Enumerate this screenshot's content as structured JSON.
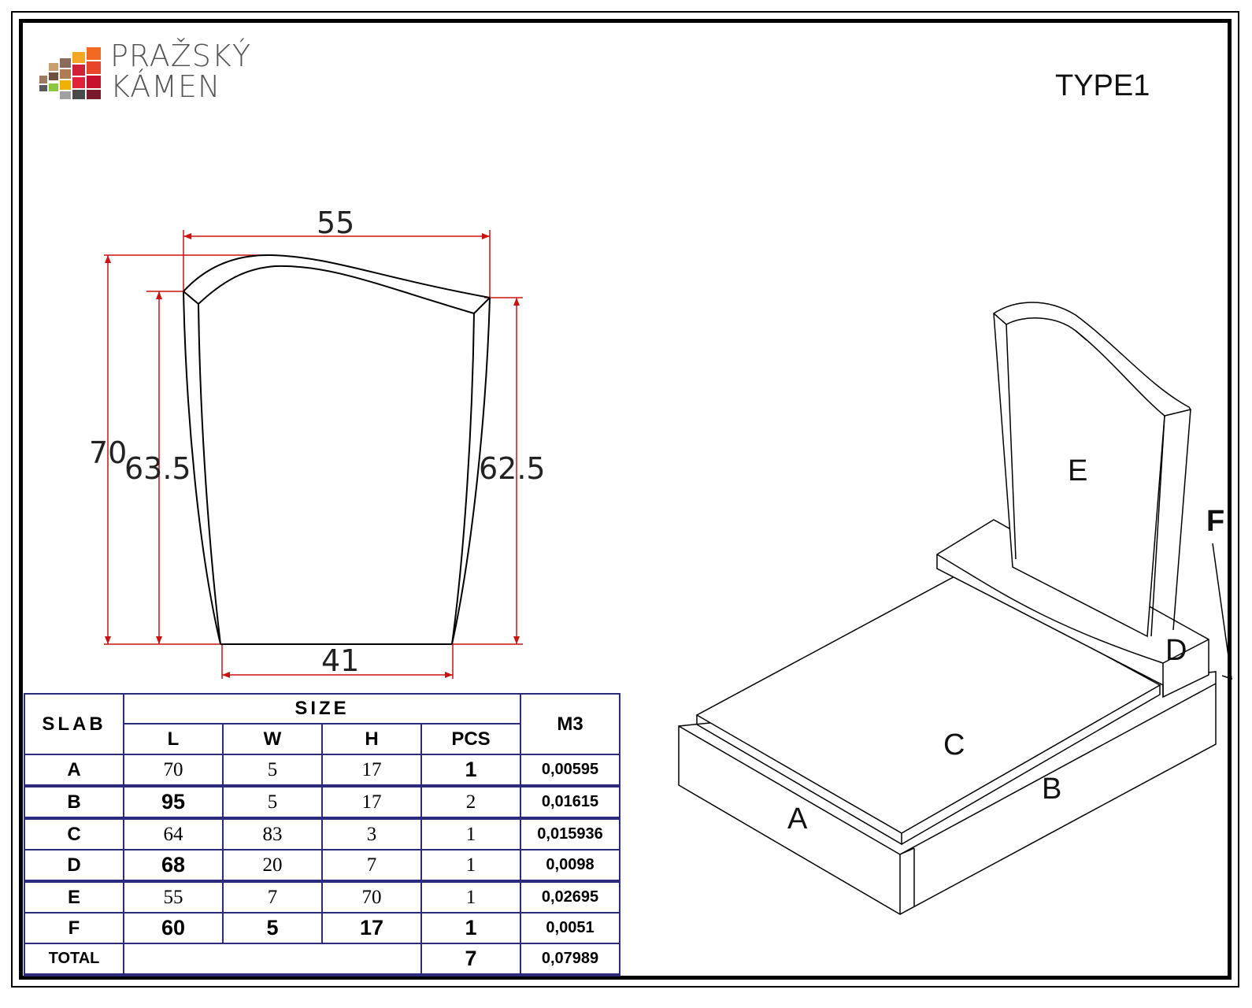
{
  "logo": {
    "line1": "PRAŽSKÝ",
    "line2": "KÁMEN"
  },
  "type_label": "TYPE1",
  "dimensions": {
    "top": "55",
    "left_outer": "70",
    "left_inner": "63.5",
    "right": "62.5",
    "bottom": "41"
  },
  "part_labels": {
    "a": "A",
    "b": "B",
    "c": "C",
    "d": "D",
    "e": "E",
    "f": "F"
  },
  "table": {
    "header_slab": "SLAB",
    "header_size": "SIZE",
    "header_m3": "M3",
    "col_l": "L",
    "col_w": "W",
    "col_h": "H",
    "col_pcs": "PCS",
    "rows": [
      {
        "slab": "A",
        "l": "70",
        "w": "5",
        "h": "17",
        "pcs": "1",
        "m3": "0,00595"
      },
      {
        "slab": "B",
        "l": "95",
        "w": "5",
        "h": "17",
        "pcs": "2",
        "m3": "0,01615"
      },
      {
        "slab": "C",
        "l": "64",
        "w": "83",
        "h": "3",
        "pcs": "1",
        "m3": "0,015936"
      },
      {
        "slab": "D",
        "l": "68",
        "w": "20",
        "h": "7",
        "pcs": "1",
        "m3": "0,0098"
      },
      {
        "slab": "E",
        "l": "55",
        "w": "7",
        "h": "70",
        "pcs": "1",
        "m3": "0,02695"
      },
      {
        "slab": "F",
        "l": "60",
        "w": "5",
        "h": "17",
        "pcs": "1",
        "m3": "0,0051"
      }
    ],
    "total_label": "TOTAL",
    "total_pcs": "7",
    "total_m3": "0,07989"
  },
  "colors": {
    "dimension_line": "#cc1111",
    "table_border": "#2b2b7a"
  }
}
